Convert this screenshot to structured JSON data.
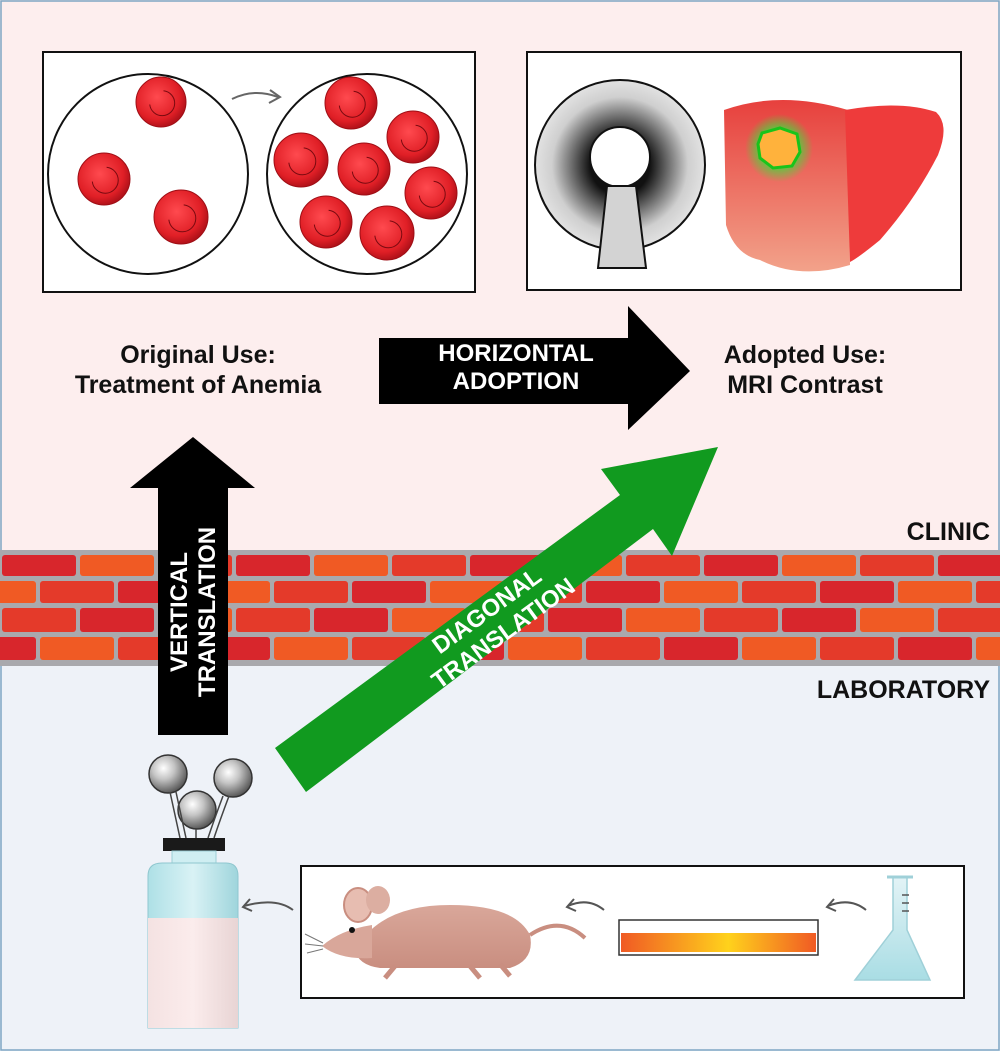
{
  "labels": {
    "original_use_line1": "Original Use:",
    "original_use_line2": "Treatment of Anemia",
    "adopted_use_line1": "Adopted Use:",
    "adopted_use_line2": "MRI Contrast",
    "horizontal_line1": "HORIZONTAL",
    "horizontal_line2": "ADOPTION",
    "vertical_line1": "VERTICAL",
    "vertical_line2": "TRANSLATION",
    "diagonal_line1": "DIAGONAL",
    "diagonal_line2": "TRANSLATION",
    "clinic": "CLINIC",
    "laboratory": "LABORATORY"
  },
  "colors": {
    "clinic_bg": "#fdeeee",
    "lab_bg": "#eef2f8",
    "blood_cell": "#e01f26",
    "brick_orange": "#f05a24",
    "brick_red": "#d8262c",
    "mortar": "#a9a9ad",
    "diagonal_arrow": "#119a1f",
    "black_arrow": "#000000",
    "liver": "#ee3b3b",
    "tumor_glow": "#3fdc3f",
    "sphere": "#b5b5b5"
  },
  "icons": [
    "red-blood-cell-icon",
    "mri-scanner-icon",
    "liver-icon",
    "nanoparticle-sphere-icon",
    "vial-icon",
    "mouse-icon",
    "gel-strip-icon",
    "flask-icon"
  ]
}
